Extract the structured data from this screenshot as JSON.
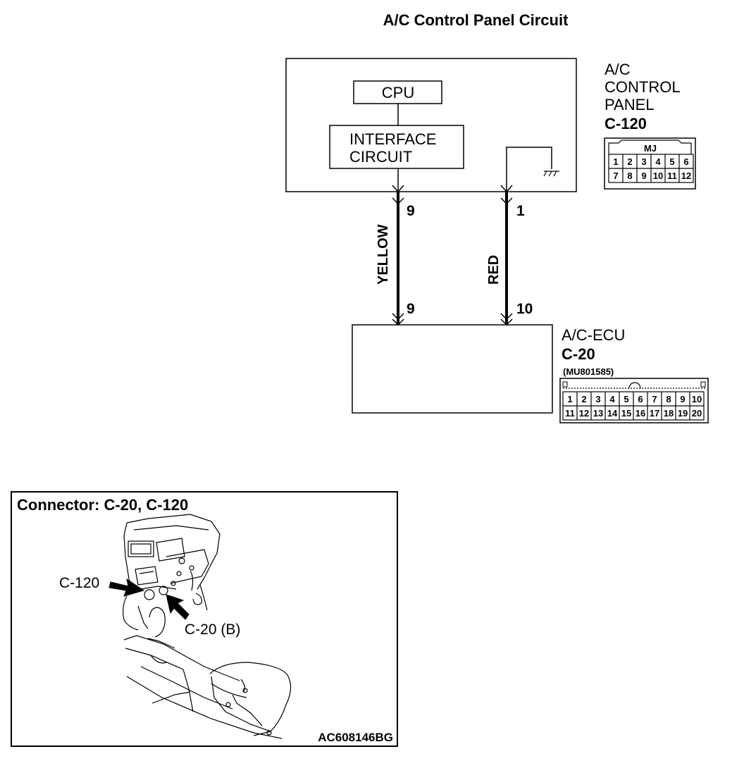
{
  "title": "A/C Control Panel Circuit",
  "control_panel": {
    "name_lines": [
      "A/C",
      "CONTROL",
      "PANEL"
    ],
    "connector_id": "C-120",
    "cpu_label": "CPU",
    "interface_lines": [
      "INTERFACE",
      "CIRCUIT"
    ],
    "connector_tag": "MJ",
    "pins_row1": [
      "1",
      "2",
      "3",
      "4",
      "5",
      "6"
    ],
    "pins_row2": [
      "7",
      "8",
      "9",
      "10",
      "11",
      "12"
    ]
  },
  "wires": [
    {
      "color": "YELLOW",
      "from_pin": "9",
      "to_pin": "9"
    },
    {
      "color": "RED",
      "from_pin": "1",
      "to_pin": "10"
    }
  ],
  "ecu": {
    "name": "A/C-ECU",
    "connector_id": "C-20",
    "part_number": "(MU801585)",
    "pins_row1": [
      "1",
      "2",
      "3",
      "4",
      "5",
      "6",
      "7",
      "8",
      "9",
      "10"
    ],
    "pins_row2": [
      "11",
      "12",
      "13",
      "14",
      "15",
      "16",
      "17",
      "18",
      "19",
      "20"
    ]
  },
  "location": {
    "heading": "Connector: C-20, C-120",
    "callout_c120": "C-120",
    "callout_c20": "C-20 (B)",
    "figure_code": "AC608146BG"
  }
}
